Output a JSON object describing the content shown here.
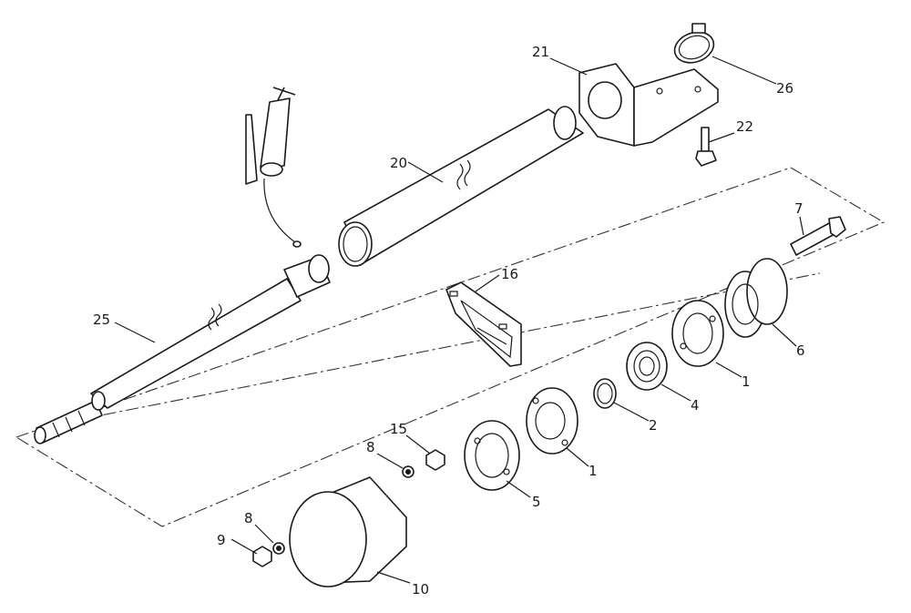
{
  "callouts": {
    "c21": "21",
    "c26": "26",
    "c22": "22",
    "c20": "20",
    "c7": "7",
    "c16": "16",
    "c25": "25",
    "c6": "6",
    "c1a": "1",
    "c4": "4",
    "c2": "2",
    "c1b": "1",
    "c15": "15",
    "c8a": "8",
    "c5": "5",
    "c8b": "8",
    "c9": "9",
    "c10": "10"
  }
}
